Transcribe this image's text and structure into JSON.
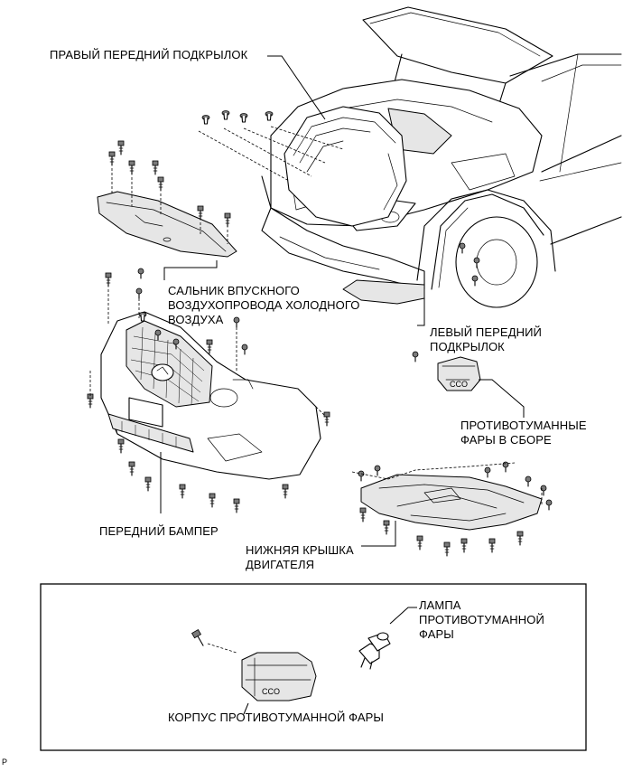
{
  "labels": {
    "right_fender_liner": "ПРАВЫЙ ПЕРЕДНИЙ ПОДКРЫЛОК",
    "intake_seal_line1": "САЛЬНИК ВПУСКНОГО",
    "intake_seal_line2": "ВОЗДУХОПРОВОДА ХОЛОДНОГО",
    "intake_seal_line3": "ВОЗДУХА",
    "left_fender_liner_line1": "ЛЕВЫЙ ПЕРЕДНИЙ",
    "left_fender_liner_line2": "ПОДКРЫЛОК",
    "fog_lamp_assy_line1": "ПРОТИВОТУМАННЫЕ",
    "fog_lamp_assy_line2": "ФАРЫ В СБОРЕ",
    "front_bumper": "ПЕРЕДНИЙ БАМПЕР",
    "engine_under_cover_line1": "НИЖНЯЯ КРЫШКА",
    "engine_under_cover_line2": "ДВИГАТЕЛЯ",
    "fog_bulb_line1": "ЛАМПА",
    "fog_bulb_line2": "ПРОТИВОТУМАННОЙ",
    "fog_bulb_line3": "ФАРЫ",
    "fog_housing": "КОРПУС ПРОТИВОТУМАННОЙ ФАРЫ",
    "corner_mark": "P"
  },
  "icons": [
    "bolt-icon",
    "clip-icon",
    "screw-icon"
  ],
  "colors": {
    "ink": "#000000",
    "paper": "#ffffff",
    "part_fill": "#e6e6e6",
    "shadow": "#7a7a7a"
  }
}
